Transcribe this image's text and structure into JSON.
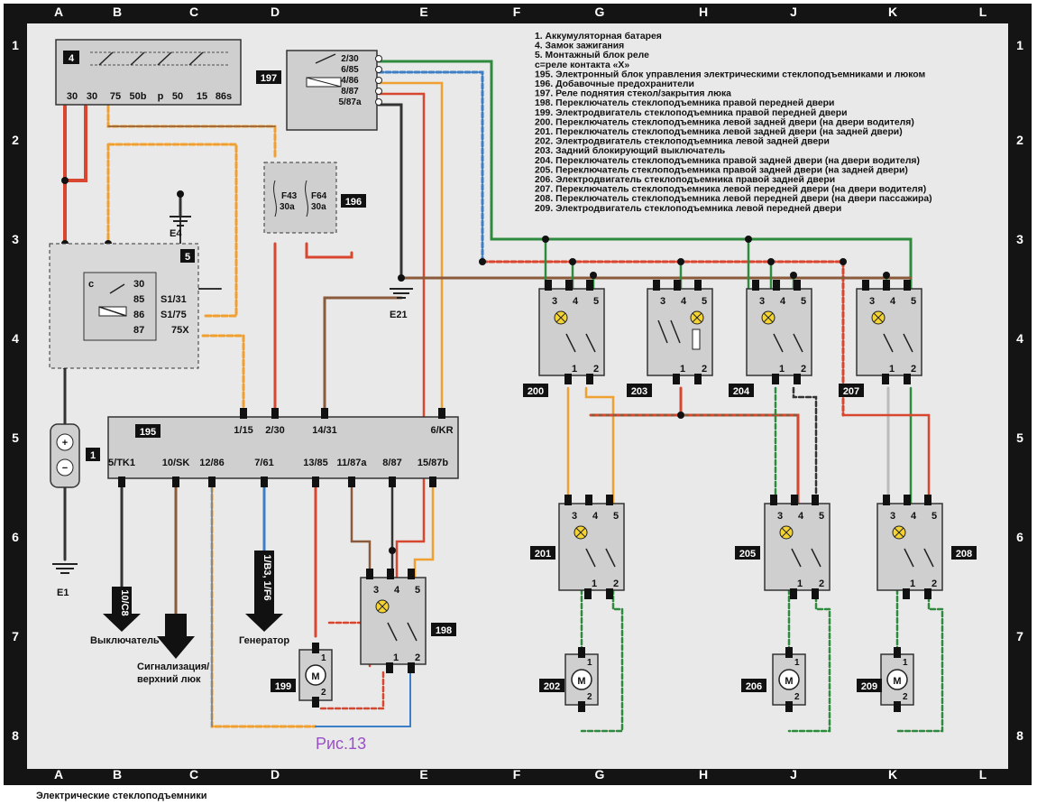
{
  "grid": {
    "columns": [
      "A",
      "B",
      "C",
      "D",
      "E",
      "F",
      "G",
      "H",
      "J",
      "K",
      "L"
    ],
    "rows": [
      "1",
      "2",
      "3",
      "4",
      "5",
      "6",
      "7",
      "8"
    ]
  },
  "legend": [
    "1. Аккумуляторная батарея",
    "4. Замок зажигания",
    "5. Монтажный блок реле",
    "с=реле контакта «Х»",
    "195. Электронный блок управления электрическими стеклоподъемниками и люком",
    "196. Добавочные предохранители",
    "197. Реле поднятия стекол/закрытия люка",
    "198. Переключатель стеклоподъемника правой передней двери",
    "199. Электродвигатель стеклоподъемника правой передней двери",
    "200. Переключатель стеклоподъемника левой задней двери (на двери водителя)",
    "201. Переключатель стеклоподъемника левой задней двери (на задней двери)",
    "202. Электродвигатель стеклоподъемника левой задней двери",
    "203. Задний блокирующий выключатель",
    "204. Переключатель стеклоподъемника правой задней двери (на двери водителя)",
    "205. Переключатель стеклоподъемника правой задней двери (на задней двери)",
    "206. Электродвигатель стеклоподъемника правой задней двери",
    "207. Переключатель стеклоподъемника левой передней двери (на двери водителя)",
    "208. Переключатель стеклоподъемника левой передней двери (на двери пассажира)",
    "209. Электродвигатель стеклоподъемника левой передней двери"
  ],
  "components": {
    "ignition": {
      "tag": "4",
      "pins": [
        "30",
        "30",
        "75",
        "50b",
        "p",
        "50",
        "15",
        "86s"
      ]
    },
    "relay197": {
      "tag": "197",
      "pins": [
        "2/30",
        "6/85",
        "4/86",
        "8/87",
        "5/87a"
      ]
    },
    "fuses196": {
      "tag": "196",
      "fuse1": "F43",
      "fuse1_rating": "30a",
      "fuse2": "F64",
      "fuse2_rating": "30a"
    },
    "relay_block5": {
      "tag": "5",
      "relay_letter": "c",
      "pins": [
        "30",
        "85",
        "86",
        "87"
      ],
      "side_pins": [
        "S1/31",
        "S1/75",
        "75X"
      ]
    },
    "battery": {
      "tag": "1",
      "plus": "+",
      "minus": "−"
    },
    "grounds": [
      "E1",
      "E4",
      "E21"
    ],
    "ecu195": {
      "tag": "195",
      "top_pins": [
        "1/15",
        "2/30",
        "14/31",
        "6/KR"
      ],
      "bottom_pins": [
        "5/TK1",
        "10/SK",
        "12/86",
        "7/61",
        "13/85",
        "11/87a",
        "8/87",
        "15/87b"
      ]
    },
    "outputs": {
      "arrow1": "10/C8",
      "arrow2": "1/B3, 1/F6",
      "label1": "Выключатель",
      "label2a": "Сигнализация/",
      "label2b": "верхний люк",
      "label3": "Генератор"
    },
    "switches": [
      {
        "tag": "200"
      },
      {
        "tag": "203"
      },
      {
        "tag": "204"
      },
      {
        "tag": "207"
      },
      {
        "tag": "201"
      },
      {
        "tag": "205"
      },
      {
        "tag": "208"
      },
      {
        "tag": "198"
      }
    ],
    "switch_pins": {
      "p3": "3",
      "p4": "4",
      "p5": "5",
      "p1": "1",
      "p2": "2"
    },
    "motors": [
      {
        "tag": "199"
      },
      {
        "tag": "202"
      },
      {
        "tag": "206"
      },
      {
        "tag": "209"
      }
    ],
    "motor_letter": "M"
  },
  "figure_label": "Рис.13",
  "caption": "Электрические стеклоподъемники",
  "colors": {
    "frame": "#141414",
    "panel": "#d9d9d9",
    "red": "#d8462f",
    "brown": "#9b6a46",
    "orange": "#f0a030",
    "green": "#2e8b3e",
    "blue": "#3a7fc8",
    "label_purple": "#9b4fc7"
  }
}
